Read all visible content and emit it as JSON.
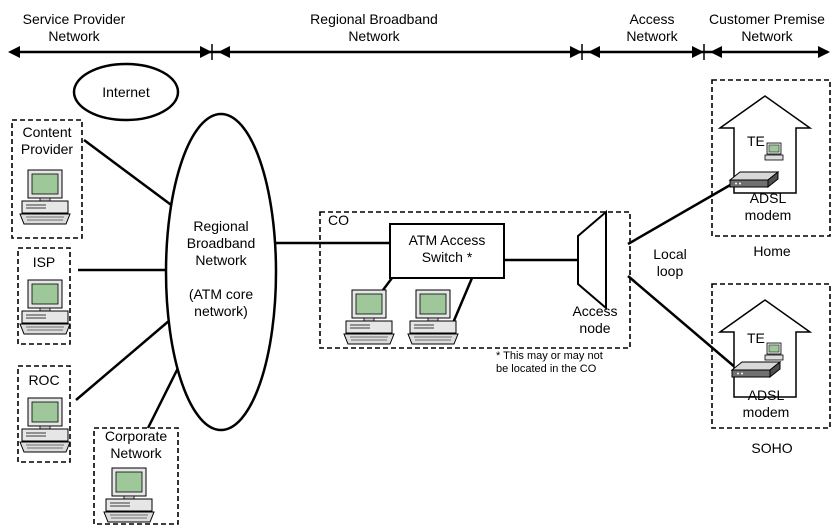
{
  "header": {
    "segments": [
      {
        "line1": "Service Provider",
        "line2": "Network"
      },
      {
        "line1": "Regional Broadband",
        "line2": "Network"
      },
      {
        "line1": "Access",
        "line2": "Network"
      },
      {
        "line1": "Customer Premise",
        "line2": "Network"
      }
    ]
  },
  "left": {
    "internet": "Internet",
    "content_provider": {
      "line1": "Content",
      "line2": "Provider"
    },
    "isp": "ISP",
    "roc": "ROC",
    "corporate": {
      "line1": "Corporate",
      "line2": "Network"
    }
  },
  "core": {
    "line1": "Regional",
    "line2": "Broadband",
    "line3": "Network",
    "line4": "(ATM core",
    "line5": "network)"
  },
  "co": {
    "label": "CO",
    "switch_line1": "ATM Access",
    "switch_line2": "Switch *",
    "note_line1": "* This may or may not",
    "note_line2": "be located in the CO"
  },
  "access": {
    "node_line1": "Access",
    "node_line2": "node",
    "loop_line1": "Local",
    "loop_line2": "loop"
  },
  "premises": {
    "home": {
      "te": "TE",
      "modem_line1": "ADSL",
      "modem_line2": "modem",
      "label": "Home"
    },
    "soho": {
      "te": "TE",
      "modem_line1": "ADSL",
      "modem_line2": "modem",
      "label": "SOHO"
    }
  }
}
